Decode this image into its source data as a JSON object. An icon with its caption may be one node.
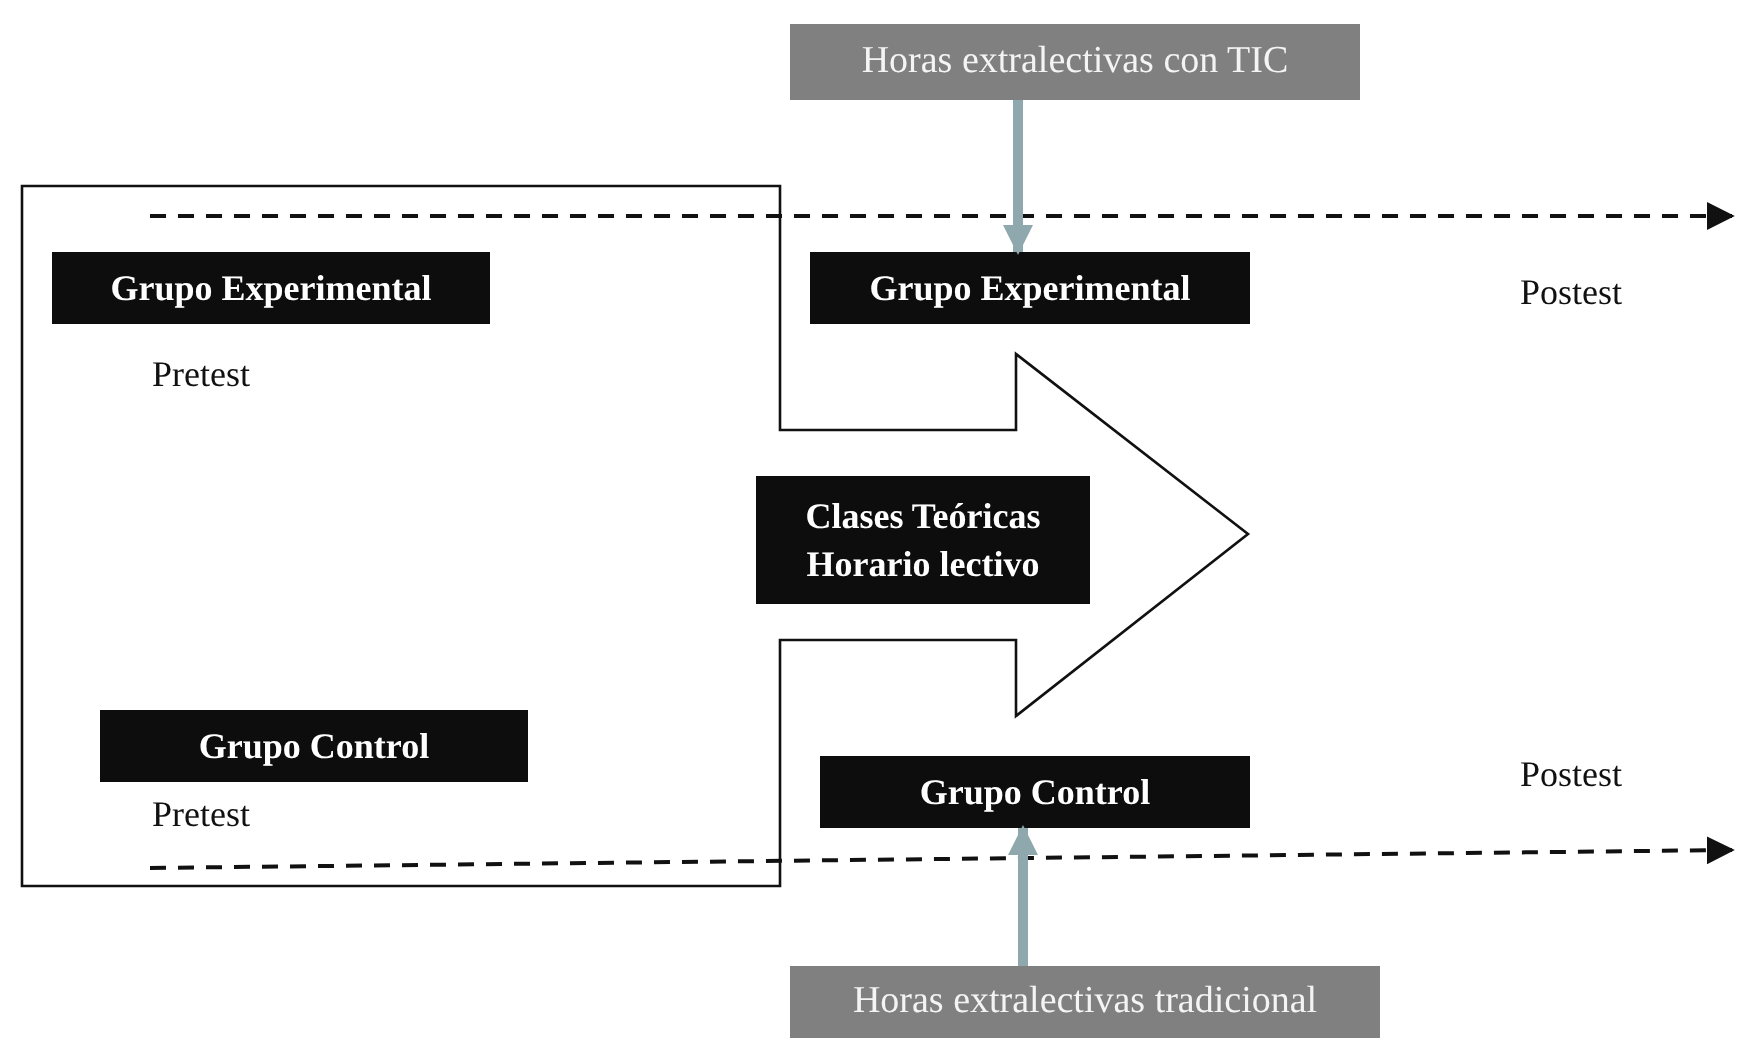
{
  "diagram": {
    "nodes": [
      {
        "text": [
          "Horas extralectivas con TIC"
        ]
      },
      {
        "text": [
          "Clases Teóricas Horario lectivo"
        ]
      },
      {
        "text": [
          "Grupo Experimental"
        ],
        "in": 1
      },
      {
        "text": [
          "Grupo Experimental"
        ]
      },
      {
        "text": [
          "Grupo Control"
        ],
        "in": 1
      },
      {
        "text": [
          "Grupo Control"
        ]
      },
      {
        "text": [
          "Horas extralectivas tradicional"
        ]
      }
    ],
    "edges": [
      {
        "from": 0,
        "to": 3,
        "arrow": "to"
      },
      {
        "from": 6,
        "to": 5,
        "arrow": "to"
      }
    ],
    "labels": [
      "Postest",
      "Pretest",
      "Postest",
      "Pretest"
    ]
  }
}
